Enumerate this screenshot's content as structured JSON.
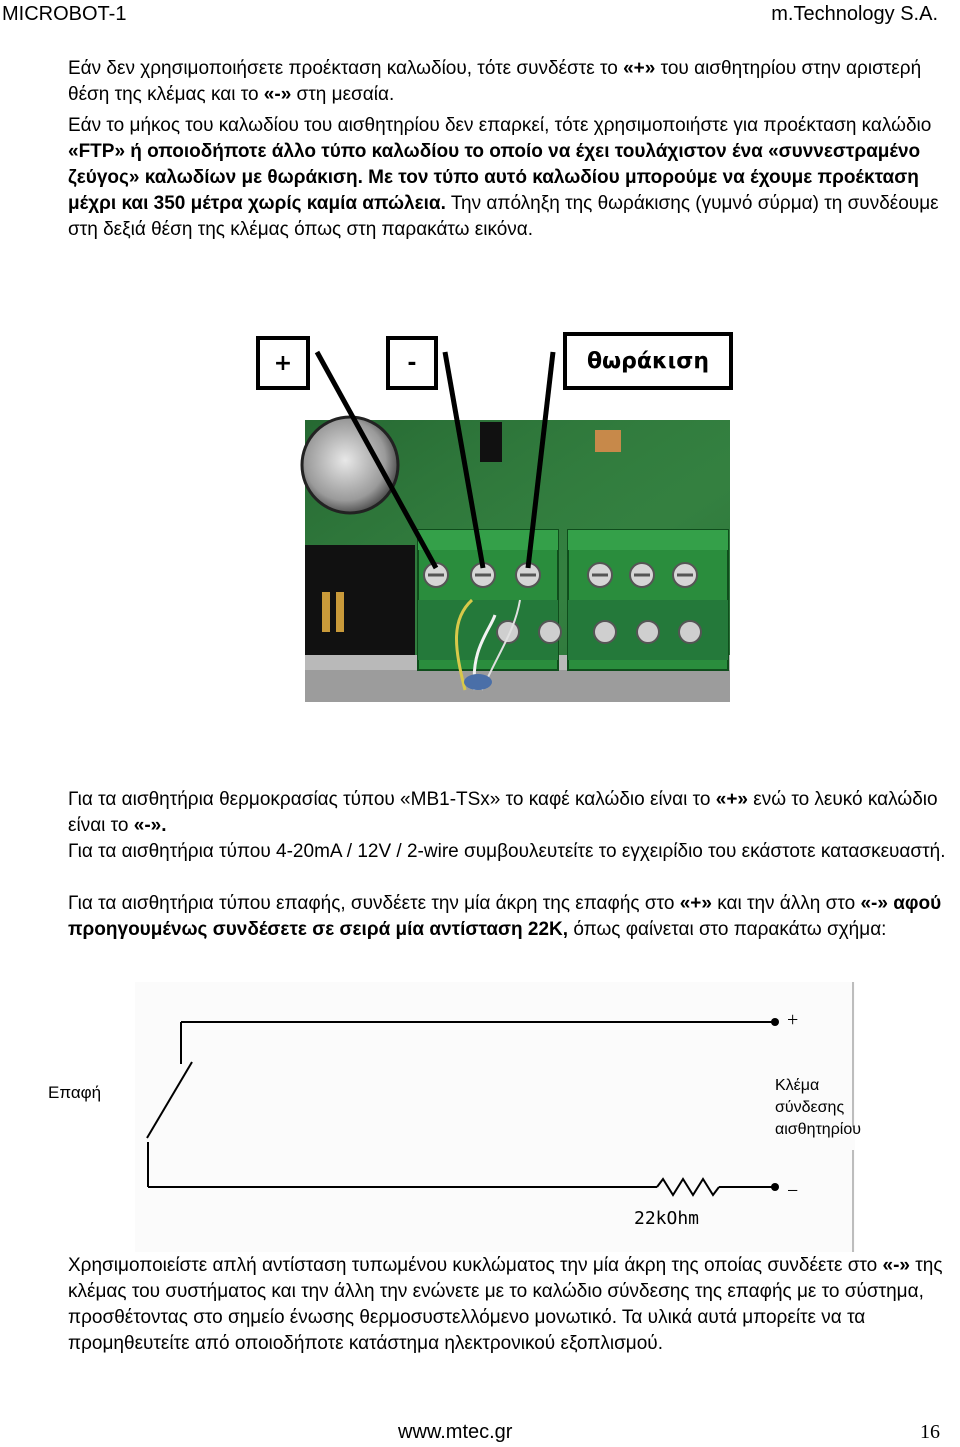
{
  "header": {
    "left": "MICROBOT-1",
    "right": "m.Technology S.A."
  },
  "p1": {
    "a": "Εάν δεν χρησιμοποιήσετε προέκταση καλωδίου, τότε συνδέστε το ",
    "plus": "«+»",
    "b": " του αισθητηρίου στην αριστερή θέση της κλέμας και το ",
    "minus": "«-»",
    "c": " στη μεσαία."
  },
  "p2": {
    "a": "Εάν το μήκος του καλωδίου του αισθητηρίου δεν επαρκεί, τότε χρησιμοποιήστε για προέκταση καλώδιο ",
    "bold": "«FTP» ή οποιοδήποτε άλλο τύπο καλωδίου το οποίο να έχει τουλάχιστον ένα «συννεστραμένο ζεύγος» καλωδίων με θωράκιση. Με τον τύπο αυτό καλωδίου μπορούμε να έχουμε προέκταση μέχρι και 350 μέτρα χωρίς καμία απώλεια.",
    "c": " Την απόληξη της θωράκισης (γυμνό σύρμα) τη συνδέουμε στη δεξιά θέση της κλέμας όπως στη παρακάτω εικόνα."
  },
  "photo": {
    "label_plus": "+",
    "label_minus": "-",
    "label_shield": "θωράκιση"
  },
  "p3": {
    "a": "Για τα αισθητήρια θερμοκρασίας τύπου «MB1-TSx» το καφέ καλώδιο είναι το ",
    "plus": "«+»",
    "b": " ενώ το λευκό καλώδιο είναι το ",
    "minus": "«-».",
    "c": ""
  },
  "p4": "Για τα αισθητήρια τύπου 4-20mA / 12V / 2-wire συμβουλευτείτε το εγχειρίδιο του εκάστοτε κατασκευαστή.",
  "p5": {
    "a": "Για τα αισθητήρια τύπου επαφής, συνδέετε την μία άκρη της επαφής στο ",
    "plus": "«+»",
    "b": " και την άλλη στο ",
    "minus": "«-»",
    "bold": " αφού προηγουμένως συνδέσετε σε σειρά μία αντίσταση 22K,",
    "c": " όπως φαίνεται στο παρακάτω σχήμα:"
  },
  "schematic": {
    "contact_label": "Επαφή",
    "terminal_label_1": "Κλέμα",
    "terminal_label_2": "σύνδεσης",
    "terminal_label_3": "αισθητηρίου",
    "plus": "+",
    "minus": "−",
    "resistor_label": "22kOhm"
  },
  "p6": {
    "a": "Χρησιμοποιείστε απλή αντίσταση τυπωμένου κυκλώματος την μία άκρη της οποίας συνδέετε στο ",
    "minus": "«-»",
    "b": " της κλέμας του συστήματος και την άλλη την ενώνετε με το καλώδιο σύνδεσης της επαφής με το σύστημα, προσθέτοντας στο σημείο ένωσης θερμοσυστελλόμενο μονωτικό. Τα υλικά αυτά μπορείτε να τα προμηθευτείτε από οποιοδήποτε κατάστημα ηλεκτρονικού εξοπλισμού."
  },
  "footer": {
    "url": "www.mtec.gr",
    "page": "16"
  }
}
